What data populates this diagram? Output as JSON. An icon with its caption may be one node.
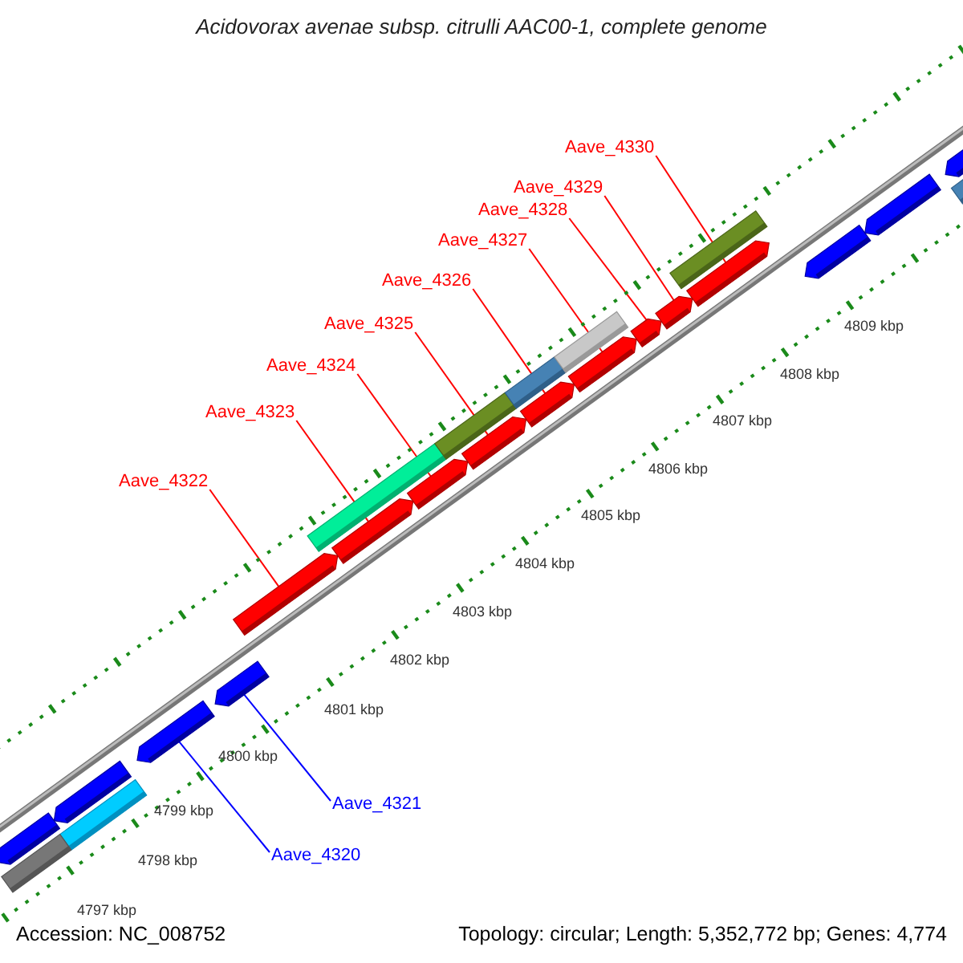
{
  "diagram": {
    "title": "Acidovorax avenae subsp. citrulli AAC00-1, complete genome",
    "nodes": [
      {
        "text": [
          "Aave_4330"
        ]
      },
      {
        "text": [
          "Aave_4329"
        ]
      },
      {
        "text": [
          "Aave_4328"
        ]
      },
      {
        "text": [
          "Aave_4327"
        ]
      },
      {
        "text": [
          "Aave_4326"
        ]
      },
      {
        "text": [
          "Aave_4325"
        ]
      },
      {
        "text": [
          "Aave_4324"
        ]
      },
      {
        "text": [
          "Aave_4323"
        ]
      },
      {
        "text": [
          "Aave_4322"
        ]
      },
      {
        "text": [
          "Aave_4321"
        ]
      },
      {
        "text": [
          "Aave_4320"
        ]
      },
      {
        "text": [],
        "shape": "bar"
      },
      {
        "text": [],
        "shape": "bar"
      },
      {
        "text": [],
        "shape": "bar"
      },
      {
        "text": [],
        "shape": "bar"
      },
      {
        "text": [],
        "shape": "bar"
      },
      {
        "text": [],
        "shape": "bar"
      },
      {
        "text": [],
        "shape": "bar"
      },
      {
        "text": [],
        "shape": "bar"
      },
      {
        "text": [],
        "shape": "bar"
      },
      {
        "text": [],
        "shape": "bar"
      },
      {
        "text": [],
        "shape": "bar"
      },
      {
        "text": [],
        "shape": "bar"
      },
      {
        "text": [],
        "shape": "bar"
      },
      {
        "text": [],
        "shape": "bar"
      },
      {
        "text": [],
        "shape": "bar"
      },
      {
        "text": [],
        "shape": "bar"
      },
      {
        "text": [],
        "shape": "bar"
      },
      {
        "text": [],
        "shape": "bar"
      },
      {
        "text": [],
        "shape": "bar"
      },
      {
        "text": [],
        "shape": "bar"
      },
      {
        "text": [],
        "shape": "bar"
      },
      {
        "text": [],
        "shape": "bar"
      },
      {
        "text": [],
        "shape": "bar"
      },
      {
        "text": [],
        "shape": "bar"
      }
    ],
    "edges": [
      {
        "from": 0,
        "to": 30,
        "arrow": "none"
      },
      {
        "from": 1,
        "to": 28,
        "arrow": "none"
      },
      {
        "from": 2,
        "to": 27,
        "arrow": "none"
      },
      {
        "from": 3,
        "to": 26,
        "arrow": "none"
      },
      {
        "from": 4,
        "to": 24,
        "arrow": "none"
      },
      {
        "from": 5,
        "to": 22,
        "arrow": "none"
      },
      {
        "from": 6,
        "to": 20,
        "arrow": "none"
      },
      {
        "from": 7,
        "to": 19,
        "arrow": "none"
      },
      {
        "from": 8,
        "to": 17,
        "arrow": "none"
      },
      {
        "from": 9,
        "to": 16,
        "arrow": "none",
        "color": "#0000ff"
      },
      {
        "from": 10,
        "to": 15,
        "arrow": "none",
        "color": "#0000ff"
      }
    ],
    "labels": [
      "4809 kbp",
      "4808 kbp",
      "4807 kbp",
      "4806 kbp",
      "4805 kbp",
      "4804 kbp",
      "4803 kbp",
      "4802 kbp",
      "4801 kbp",
      "4800 kbp",
      "4799 kbp",
      "4798 kbp",
      "4797 kbp",
      "Accession: NC_008752",
      "Topology: circular; Length: 5,352,772 bp; Genes: 4,774"
    ]
  }
}
